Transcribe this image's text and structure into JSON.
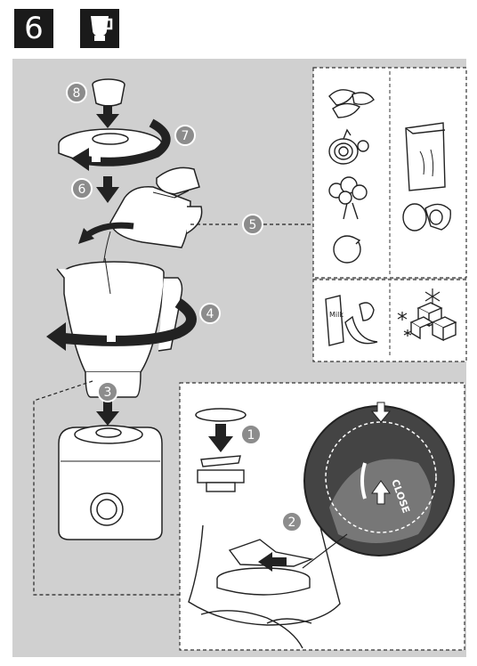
{
  "header": {
    "step_number": "6"
  },
  "callouts": [
    "1",
    "2",
    "3",
    "4",
    "5",
    "6",
    "7",
    "8"
  ],
  "labels": {
    "milk": "Milk",
    "close": "CLOSE"
  },
  "colors": {
    "panel": "#d0d0d0",
    "header_box": "#1a1a1a",
    "callout": "#8c8c8c",
    "line": "#222222"
  },
  "icons": [
    "blender-jar-icon",
    "lock-icon",
    "onion-icon",
    "tomato-icon",
    "broccoli-icon",
    "egg-icon",
    "pepper-icon",
    "ice-cubes-icon",
    "snowflake-icon",
    "milk-carton-icon",
    "banana-icon",
    "grain-bag-icon"
  ]
}
